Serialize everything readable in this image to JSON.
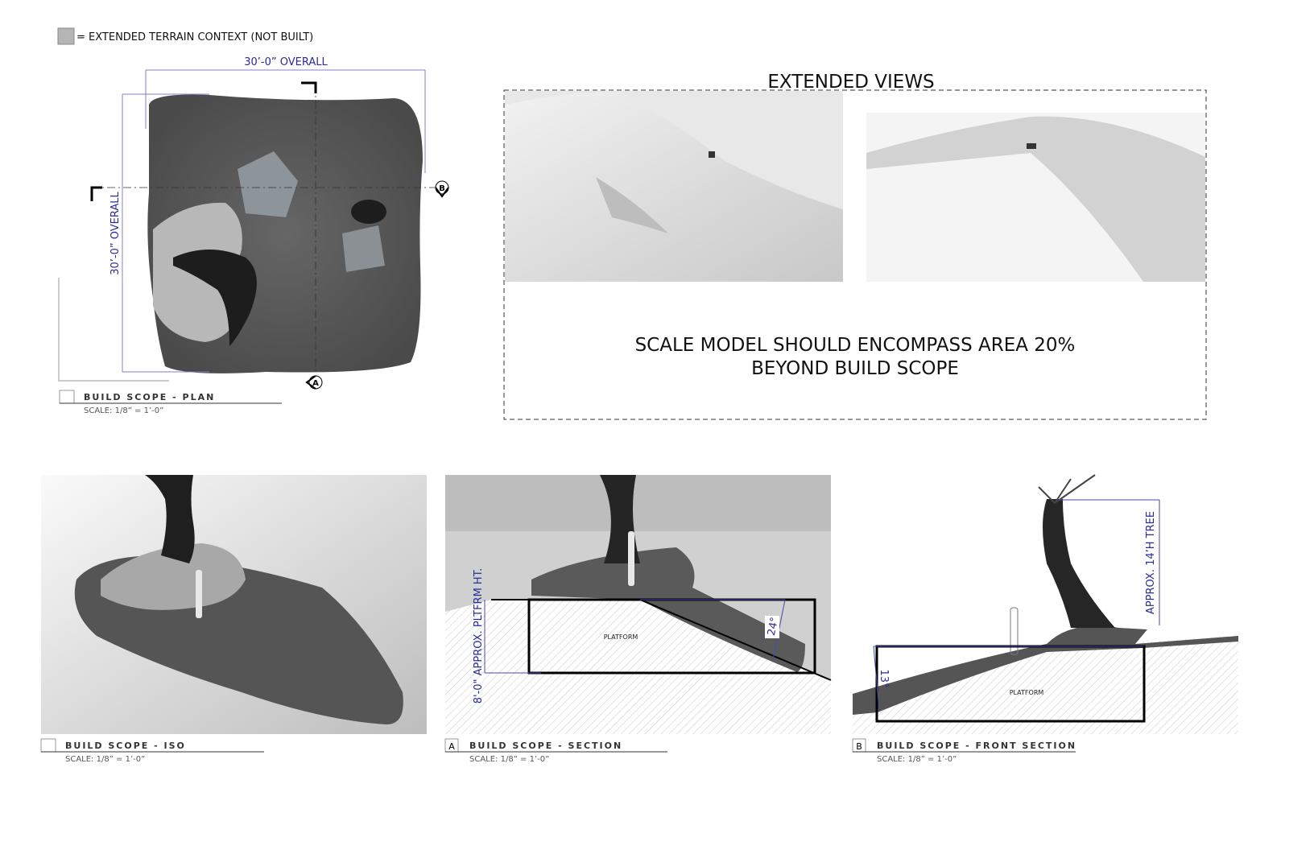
{
  "legend": {
    "swatch_color": "#b5b5b5",
    "text": "= EXTENDED TERRAIN CONTEXT (NOT BUILT)"
  },
  "plan": {
    "dim_horizontal": "30’-0” OVERALL",
    "dim_vertical": "30’-0” OVERALL",
    "marker_a": "A",
    "marker_b": "B",
    "title": "BUILD SCOPE - PLAN",
    "scale": "SCALE: 1/8” = 1’-0”"
  },
  "extended_views": {
    "title": "EXTENDED VIEWS",
    "note_line1": "SCALE MODEL SHOULD ENCOMPASS AREA 20%",
    "note_line2": "BEYOND BUILD SCOPE"
  },
  "iso": {
    "title": "BUILD SCOPE - ISO",
    "scale": "SCALE: 1/8” = 1’-0”"
  },
  "section": {
    "tag": "A",
    "title": "BUILD SCOPE - SECTION",
    "scale": "SCALE: 1/8” = 1’-0”",
    "platform_label": "PLATFORM",
    "height_dim": "8'-0\" APPROX. PLTFRM HT.",
    "angle": "24°"
  },
  "front_section": {
    "tag": "B",
    "title": "BUILD SCOPE - FRONT SECTION",
    "scale": "SCALE: 1/8” = 1’-0”",
    "platform_label": "PLATFORM",
    "tree_dim": "APPROX. 14’H TREE",
    "angle": "13°"
  },
  "colors": {
    "dimension": "#2a2a9a",
    "terrain": "#5a5a5a"
  }
}
